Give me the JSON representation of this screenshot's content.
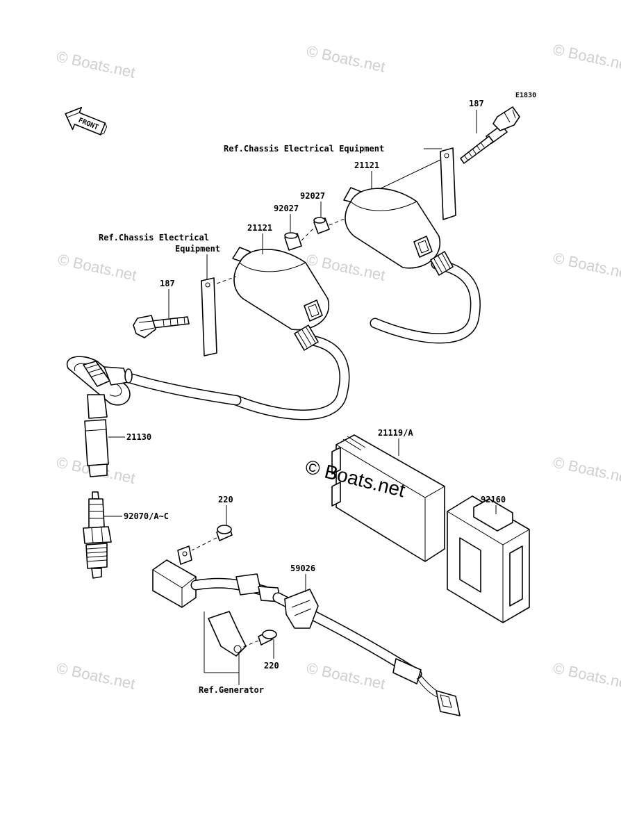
{
  "diagram_code": "E1830",
  "front_label": "FRONT",
  "watermark": "© Boats.net",
  "labels": {
    "bolt_top": "187",
    "ref_chassis_top": "Ref.Chassis Electrical Equipment",
    "coil_top": "21121",
    "spacer_top": "92027",
    "spacer_mid": "92027",
    "coil_left": "21121",
    "ref_chassis_left_1": "Ref.Chassis Electrical",
    "ref_chassis_left_2": "Equipment",
    "bolt_left": "187",
    "cap": "21130",
    "igniter": "21119/A",
    "case": "92160",
    "plug": "92070/A~C",
    "screw_top": "220",
    "clamp": "59026",
    "screw_bottom": "220",
    "ref_generator": "Ref.Generator"
  }
}
